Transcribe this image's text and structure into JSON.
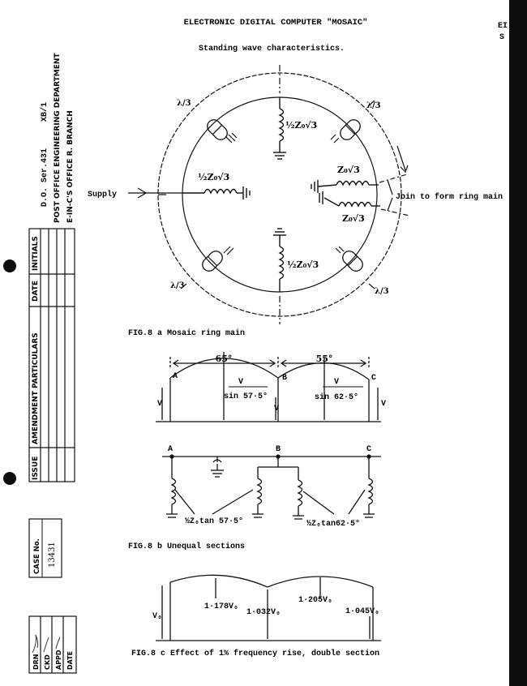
{
  "title": "ELECTRONIC DIGITAL COMPUTER \"MOSAIC\"",
  "subtitle": "Standing wave characteristics.",
  "margin": {
    "dept": "POST OFFICE ENGINEERING DEPARTMENT",
    "office": "E-IN-C'S OFFICE  R. BRANCH",
    "serial": "D.O. Ser.431",
    "ref": "XB/1",
    "table_headers": [
      "ISSUE",
      "AMENDMENT PARTICULARS",
      "DATE",
      "INITIALS"
    ],
    "case_label": "CASE No.",
    "case_number": "13431",
    "sign_labels": [
      "DRN",
      "CKD",
      "APPD",
      "DATE"
    ]
  },
  "fig_a": {
    "caption": "FIG.8 a  Mosaic ring main",
    "supply": "Supply",
    "join": "Join to form ring main",
    "lambda_label": "λ/3",
    "z_half": "½Z₀√3",
    "z_full": "Z₀√3"
  },
  "fig_b": {
    "caption": "FIG.8 b  Unequal sections",
    "angle1": "65°",
    "angle2": "55°",
    "points": [
      "A",
      "B",
      "C"
    ],
    "v": "V",
    "sin1": "sin 57·5°",
    "sin2": "sin 62·5°",
    "tan1": "½Z₀tan 57·5°",
    "tan2": "½Z₀tan62·5°"
  },
  "fig_c": {
    "caption": "FIG.8 c  Effect of 1% frequency rise, double section",
    "v0": "V₀",
    "val1": "1·178V₀",
    "val2": "1·032V₀",
    "val3": "1·205V₀",
    "val4": "1·045V₀"
  },
  "edge_text": [
    "EI",
    "S"
  ]
}
